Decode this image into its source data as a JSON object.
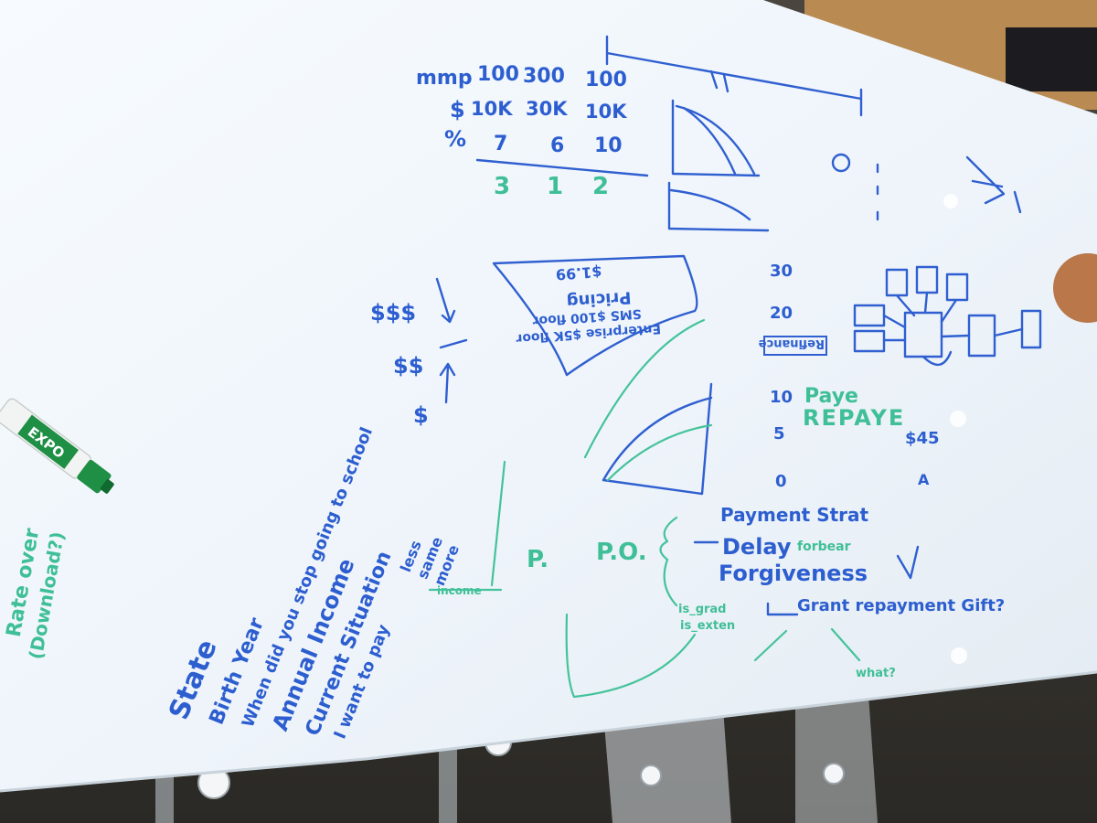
{
  "scene": {
    "description_free": true
  },
  "whiteboard": {
    "table": {
      "row_mmp": {
        "label": "mmp",
        "values": [
          "100",
          "300",
          "100"
        ]
      },
      "row_dollars": {
        "label": "$",
        "values": [
          "10K",
          "30K",
          "10K"
        ]
      },
      "row_percent": {
        "label": "%",
        "values": [
          "7",
          "6",
          "10"
        ]
      },
      "row_rank": {
        "values": [
          "3",
          "1",
          "2"
        ]
      }
    },
    "pricing_box": {
      "line1": "Pricing",
      "line2": "$1.99",
      "line3": "SMS $100 floor",
      "line4": "Enterprise $5K floor"
    },
    "price_tiers": [
      "$$$",
      "$$",
      "$"
    ],
    "scale": [
      "30",
      "20",
      "10",
      "5",
      "0"
    ],
    "plans": [
      "Paye",
      "REPAYE"
    ],
    "misc": {
      "amount": "$45",
      "letter_a": "A",
      "refinance": "Refinance"
    },
    "payment_notes": {
      "title": "Payment Strat",
      "delay": "Delay",
      "forbear": "forbear",
      "forgiveness": "Forgiveness",
      "grant": "Grant repayment Gift?",
      "what": "what?"
    },
    "labels": {
      "p": "P.",
      "po": "P.O.",
      "is_grad": "is_grad",
      "is_exten": "is_exten",
      "income": "income"
    },
    "questions": {
      "state": "State",
      "birth_year": "Birth Year",
      "when_stop": "When did you stop going to school",
      "annual_income": "Annual Income",
      "current_situation": "Current Situation",
      "want_to_pay": "I want to pay",
      "options": [
        "less",
        "same",
        "more"
      ]
    },
    "side_note": {
      "line1": "Rate over",
      "line2": "(Download?)"
    },
    "marker_brand": "EXPO"
  },
  "colors": {
    "board": "#f3f7fb",
    "blue_ink": "#2f5fd0",
    "green_ink": "#44c39a",
    "marker_green": "#1f8f45"
  }
}
